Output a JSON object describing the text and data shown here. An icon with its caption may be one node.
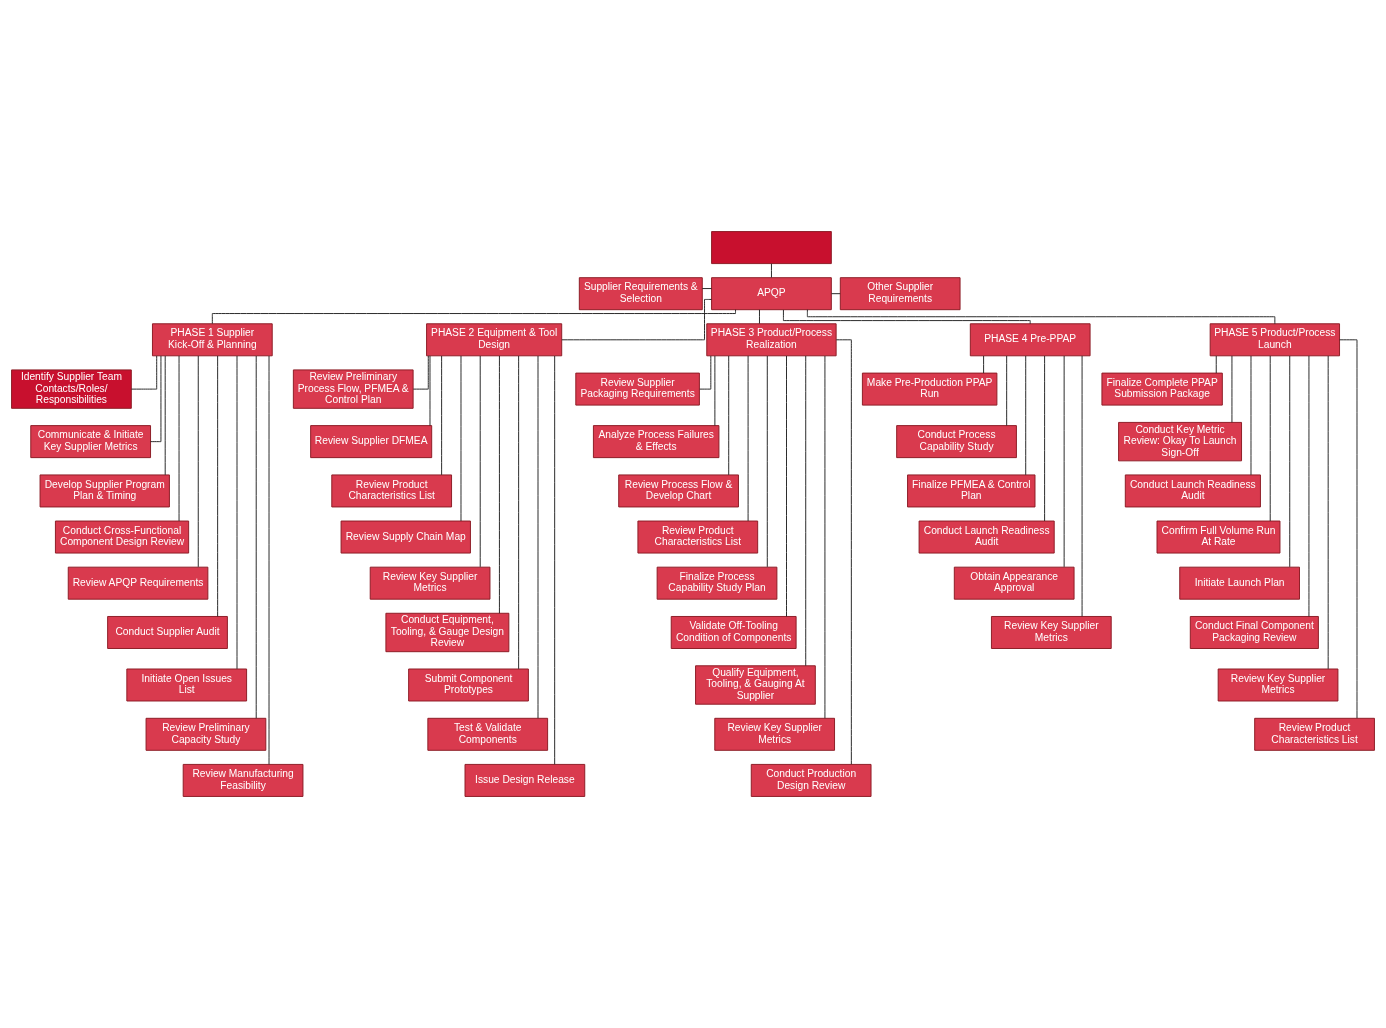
{
  "diagram": {
    "nodes": [
      {
        "text": [],
        "shape": "box"
      },
      {
        "text": [
          "Supplier Requirements & Selection"
        ]
      },
      {
        "text": [
          "APQP"
        ]
      },
      {
        "text": [
          "Other Supplier Requirements"
        ]
      },
      {
        "text": [
          "PHASE 1 Supplier Kick-Off & Planning"
        ]
      },
      {
        "text": [
          "PHASE 2 Equipment & Tool Design"
        ]
      },
      {
        "text": [
          "PHASE 3 Product/Process Realization"
        ]
      },
      {
        "text": [
          "PHASE 4 Pre-PPAP"
        ]
      },
      {
        "text": [
          "PHASE 5 Product/Process Launch"
        ]
      },
      {
        "text": [
          "Identify Supplier Team Contacts/Roles/ Responsibilities"
        ]
      },
      {
        "text": [
          "Communicate & Initiate Key Supplier Metrics"
        ]
      },
      {
        "text": [
          "Develop Supplier Program Plan & Timing"
        ]
      },
      {
        "text": [
          "Conduct Cross-Functional Component Design Review"
        ]
      },
      {
        "text": [
          "Review APQP Requirements"
        ]
      },
      {
        "text": [
          "Conduct Supplier Audit"
        ]
      },
      {
        "text": [
          "Initiate Open Issues List"
        ]
      },
      {
        "text": [
          "Review Preliminary Capacity Study"
        ]
      },
      {
        "text": [
          "Review Manufacturing Feasibility"
        ]
      },
      {
        "text": [
          "Review Preliminary Process Flow, PFMEA & Control Plan"
        ]
      },
      {
        "text": [
          "Review Supplier DFMEA"
        ]
      },
      {
        "text": [
          "Review Product Characteristics List"
        ]
      },
      {
        "text": [
          "Review Supply Chain Map"
        ]
      },
      {
        "text": [
          "Review Key Supplier Metrics"
        ]
      },
      {
        "text": [
          "Conduct Equipment, Tooling, & Gauge Design Review"
        ]
      },
      {
        "text": [
          "Submit Component Prototypes"
        ]
      },
      {
        "text": [
          "Test & Validate Components"
        ]
      },
      {
        "text": [
          "Issue Design Release"
        ]
      },
      {
        "text": [
          "Review Supplier Packaging Requirements"
        ]
      },
      {
        "text": [
          "Analyze Process Failures & Effects"
        ]
      },
      {
        "text": [
          "Review Process Flow & Develop Chart"
        ]
      },
      {
        "text": [
          "Review Product Characteristics List"
        ]
      },
      {
        "text": [
          "Finalize Process Capability Study Plan"
        ]
      },
      {
        "text": [
          "Validate Off-Tooling Condition of Components"
        ]
      },
      {
        "text": [
          "Qualify Equipment, Tooling, & Gauging At Supplier"
        ]
      },
      {
        "text": [
          "Review Key Supplier Metrics"
        ]
      },
      {
        "text": [
          "Conduct Production Design Review"
        ]
      },
      {
        "text": [
          "Make Pre-Production PPAP Run"
        ]
      },
      {
        "text": [
          "Conduct Process Capability Study"
        ]
      },
      {
        "text": [
          "Finalize PFMEA & Control Plan"
        ]
      },
      {
        "text": [
          "Conduct Launch Readiness Audit"
        ]
      },
      {
        "text": [
          "Obtain Appearance Approval"
        ]
      },
      {
        "text": [
          "Review Key Supplier Metrics"
        ]
      },
      {
        "text": [
          "Finalize Complete PPAP Submission Package"
        ]
      },
      {
        "text": [
          "Conduct Key Metric Review: Okay To Launch Sign-Off"
        ]
      },
      {
        "text": [
          "Conduct Launch Readiness Audit"
        ]
      },
      {
        "text": [
          "Confirm Full Volume Run At Rate"
        ]
      },
      {
        "text": [
          "Initiate Launch Plan"
        ]
      },
      {
        "text": [
          "Conduct Final Component Packaging Review"
        ]
      },
      {
        "text": [
          "Review Key Supplier Metrics"
        ]
      },
      {
        "text": [
          "Review Product Characteristics List"
        ]
      }
    ],
    "edges": [
      {
        "from": 0,
        "to": 2,
        "arrow": "none"
      },
      {
        "from": 2,
        "to": 1,
        "arrow": "none"
      },
      {
        "from": 2,
        "to": 3,
        "arrow": "none"
      },
      {
        "from": 2,
        "to": 4,
        "arrow": "none"
      },
      {
        "from": 2,
        "to": 5,
        "arrow": "none"
      },
      {
        "from": 2,
        "to": 6,
        "arrow": "none"
      },
      {
        "from": 2,
        "to": 7,
        "arrow": "none"
      },
      {
        "from": 2,
        "to": 8,
        "arrow": "none"
      },
      {
        "from": 4,
        "to": 9,
        "arrow": "none"
      },
      {
        "from": 4,
        "to": 10,
        "arrow": "none"
      },
      {
        "from": 4,
        "to": 11,
        "arrow": "none"
      },
      {
        "from": 4,
        "to": 12,
        "arrow": "none"
      },
      {
        "from": 4,
        "to": 13,
        "arrow": "none"
      },
      {
        "from": 4,
        "to": 14,
        "arrow": "none"
      },
      {
        "from": 4,
        "to": 15,
        "arrow": "none"
      },
      {
        "from": 4,
        "to": 16,
        "arrow": "none"
      },
      {
        "from": 4,
        "to": 17,
        "arrow": "none"
      },
      {
        "from": 5,
        "to": 18,
        "arrow": "none"
      },
      {
        "from": 5,
        "to": 19,
        "arrow": "none"
      },
      {
        "from": 5,
        "to": 20,
        "arrow": "none"
      },
      {
        "from": 5,
        "to": 21,
        "arrow": "none"
      },
      {
        "from": 5,
        "to": 22,
        "arrow": "none"
      },
      {
        "from": 5,
        "to": 23,
        "arrow": "none"
      },
      {
        "from": 5,
        "to": 24,
        "arrow": "none"
      },
      {
        "from": 5,
        "to": 25,
        "arrow": "none"
      },
      {
        "from": 5,
        "to": 26,
        "arrow": "none"
      },
      {
        "from": 6,
        "to": 27,
        "arrow": "none"
      },
      {
        "from": 6,
        "to": 28,
        "arrow": "none"
      },
      {
        "from": 6,
        "to": 29,
        "arrow": "none"
      },
      {
        "from": 6,
        "to": 30,
        "arrow": "none"
      },
      {
        "from": 6,
        "to": 31,
        "arrow": "none"
      },
      {
        "from": 6,
        "to": 32,
        "arrow": "none"
      },
      {
        "from": 6,
        "to": 33,
        "arrow": "none"
      },
      {
        "from": 6,
        "to": 34,
        "arrow": "none"
      },
      {
        "from": 6,
        "to": 35,
        "arrow": "none"
      },
      {
        "from": 7,
        "to": 36,
        "arrow": "none"
      },
      {
        "from": 7,
        "to": 37,
        "arrow": "none"
      },
      {
        "from": 7,
        "to": 38,
        "arrow": "none"
      },
      {
        "from": 7,
        "to": 39,
        "arrow": "none"
      },
      {
        "from": 7,
        "to": 40,
        "arrow": "none"
      },
      {
        "from": 7,
        "to": 41,
        "arrow": "none"
      },
      {
        "from": 8,
        "to": 42,
        "arrow": "none"
      },
      {
        "from": 8,
        "to": 43,
        "arrow": "none"
      },
      {
        "from": 8,
        "to": 44,
        "arrow": "none"
      },
      {
        "from": 8,
        "to": 45,
        "arrow": "none"
      },
      {
        "from": 8,
        "to": 46,
        "arrow": "none"
      },
      {
        "from": 8,
        "to": 47,
        "arrow": "none"
      },
      {
        "from": 8,
        "to": 48,
        "arrow": "none"
      },
      {
        "from": 8,
        "to": 49,
        "arrow": "none"
      }
    ]
  }
}
